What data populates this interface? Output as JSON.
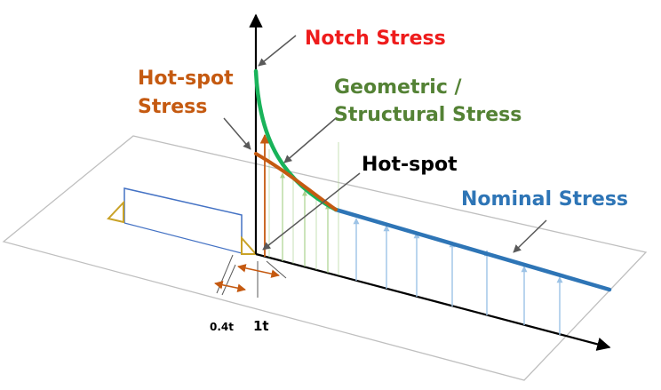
{
  "labels": {
    "notch_stress": "Notch Stress",
    "hot_spot_stress_line1": "Hot-spot",
    "hot_spot_stress_line2": "Stress",
    "geometric_line1": "Geometric /",
    "geometric_line2": "Structural Stress",
    "hot_spot": "Hot-spot",
    "nominal_stress": "Nominal Stress",
    "dim_04t": "0.4t",
    "dim_1t": "1t"
  },
  "colors": {
    "notch": "#ee1c1c",
    "hot_spot": "#c55a11",
    "geometric": "#548235",
    "geometric_curve": "#19b35a",
    "geometric_arrows": "#a9d18e",
    "nominal": "#2e75b6",
    "nominal_arrows": "#9dc3e6",
    "plate_outline": "#bfbfbf",
    "weld": "#c9a227",
    "plate_profile": "#4472c4",
    "axis": "#000000",
    "callout": "#595959"
  }
}
